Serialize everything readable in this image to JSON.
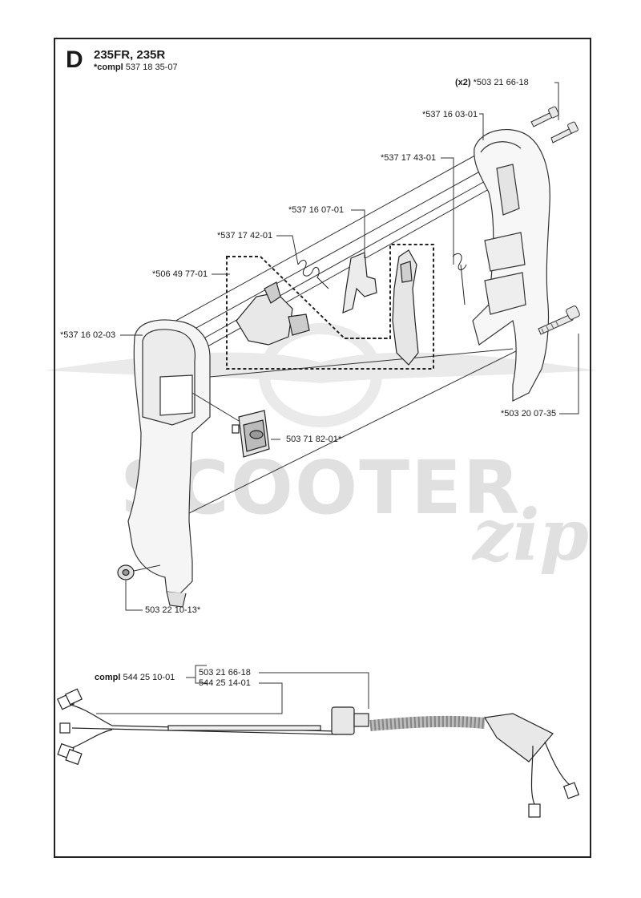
{
  "header": {
    "section": "D",
    "models": "235FR, 235R",
    "compl_prefix": "*compl",
    "compl_number": "537 18 35-07"
  },
  "parts": {
    "p1": {
      "prefix": "(x2)",
      "number": "*503 21 66-18"
    },
    "p2": "*537 16 03-01",
    "p3": "*537 17 43-01",
    "p4": "*537 16 07-01",
    "p5": "*537 17 42-01",
    "p6": "*506 49 77-01",
    "p7": "*537 16 02-03",
    "p8": "*503 20 07-35",
    "p9": "503 71 82-01*",
    "p10": "503 22 10-13*"
  },
  "harness": {
    "compl_prefix": "compl",
    "compl_number": "544 25 10-01",
    "sub1": "503 21 66-18",
    "sub2": "544 25 14-01"
  },
  "watermark": {
    "brand": "SCOOTER",
    "script": "zip"
  }
}
